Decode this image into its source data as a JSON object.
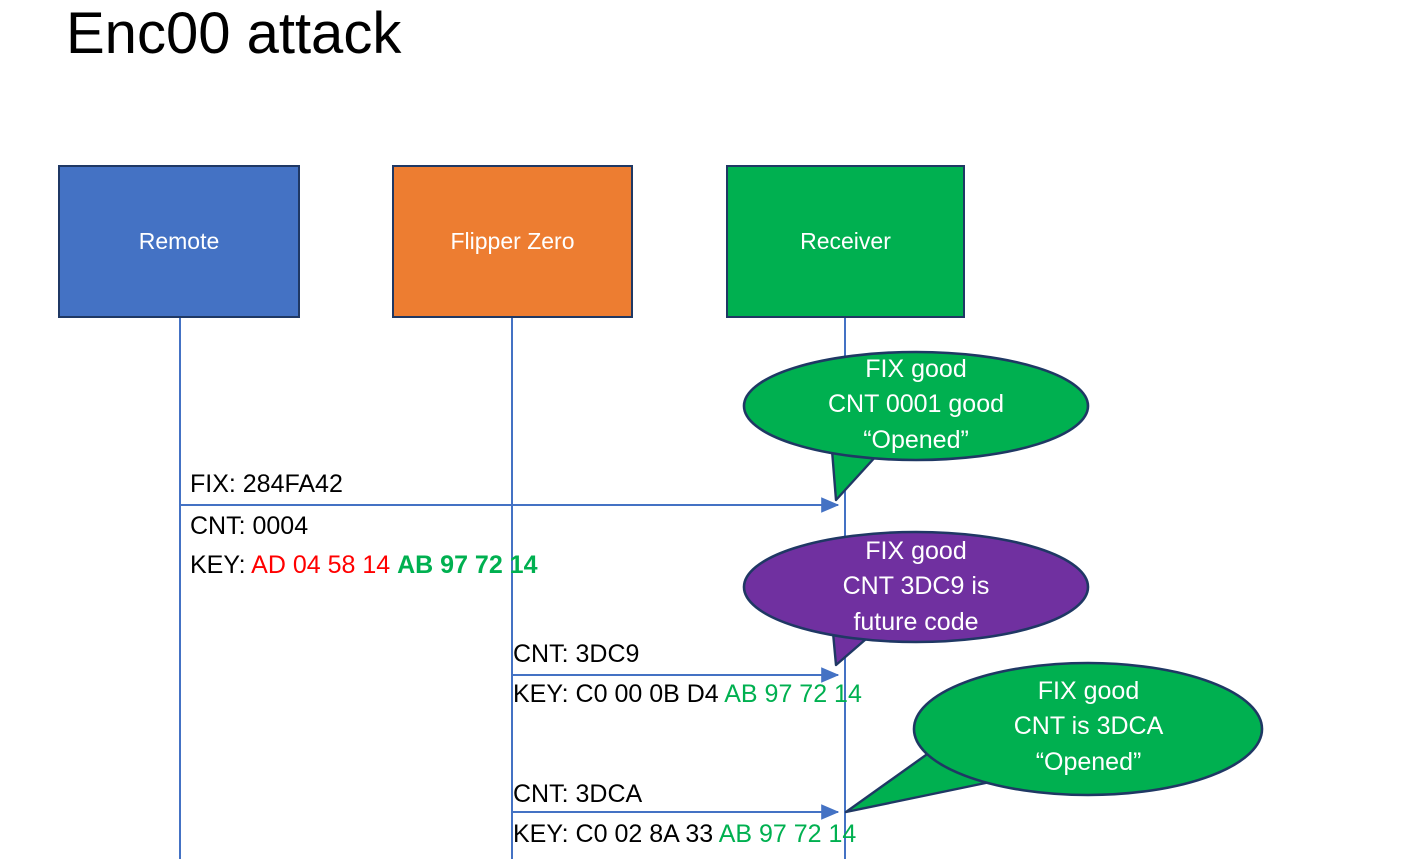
{
  "slide": {
    "title": "Enc00 attack",
    "background": "#ffffff"
  },
  "colors": {
    "remote_blue": "#4472C4",
    "flipper_orange": "#ED7D31",
    "receiver_green": "#00B050",
    "bubble_purple": "#7030A0",
    "outline_navy": "#1F3864",
    "lifeline_blue": "#4472C4",
    "key_red": "#FF0000",
    "key_green": "#00B050"
  },
  "actors": [
    {
      "name": "remote",
      "label": "Remote",
      "color": "#4472C4"
    },
    {
      "name": "flipper",
      "label": "Flipper Zero",
      "color": "#ED7D31"
    },
    {
      "name": "receiver",
      "label": "Receiver",
      "color": "#00B050"
    }
  ],
  "messages": [
    {
      "name": "fix-line",
      "label": "FIX: 284FA42",
      "from": "remote",
      "to": "receiver"
    },
    {
      "name": "cnt-0004",
      "label": "CNT: 0004",
      "from": "remote",
      "to": "receiver"
    },
    {
      "name": "key-0004",
      "prefix": "KEY: ",
      "red_part": "AD 04 58 14 ",
      "green_part": "AB 97 72 14",
      "from": "remote",
      "to": "receiver"
    },
    {
      "name": "cnt-3dc9",
      "label": "CNT: 3DC9",
      "from": "flipper",
      "to": "receiver"
    },
    {
      "name": "key-3dc9",
      "prefix": "KEY: C0 00 0B D4 ",
      "green_part": "AB 97 72 14",
      "from": "flipper",
      "to": "receiver"
    },
    {
      "name": "cnt-3dca",
      "label": "CNT: 3DCA",
      "from": "flipper",
      "to": "receiver"
    },
    {
      "name": "key-3dca",
      "prefix": "KEY: C0 02 8A 33 ",
      "green_part": "AB 97 72 14",
      "from": "flipper",
      "to": "receiver"
    }
  ],
  "callouts": [
    {
      "name": "callout-fix-cnt-0001",
      "color": "#00B050",
      "lines": [
        "FIX good",
        "CNT 0001 good",
        "“Opened”"
      ]
    },
    {
      "name": "callout-future-code",
      "color": "#7030A0",
      "lines": [
        "FIX good",
        "CNT 3DC9 is",
        "future code"
      ]
    },
    {
      "name": "callout-cnt-3dca",
      "color": "#00B050",
      "lines": [
        "FIX good",
        "CNT is 3DCA",
        "“Opened”"
      ]
    }
  ]
}
